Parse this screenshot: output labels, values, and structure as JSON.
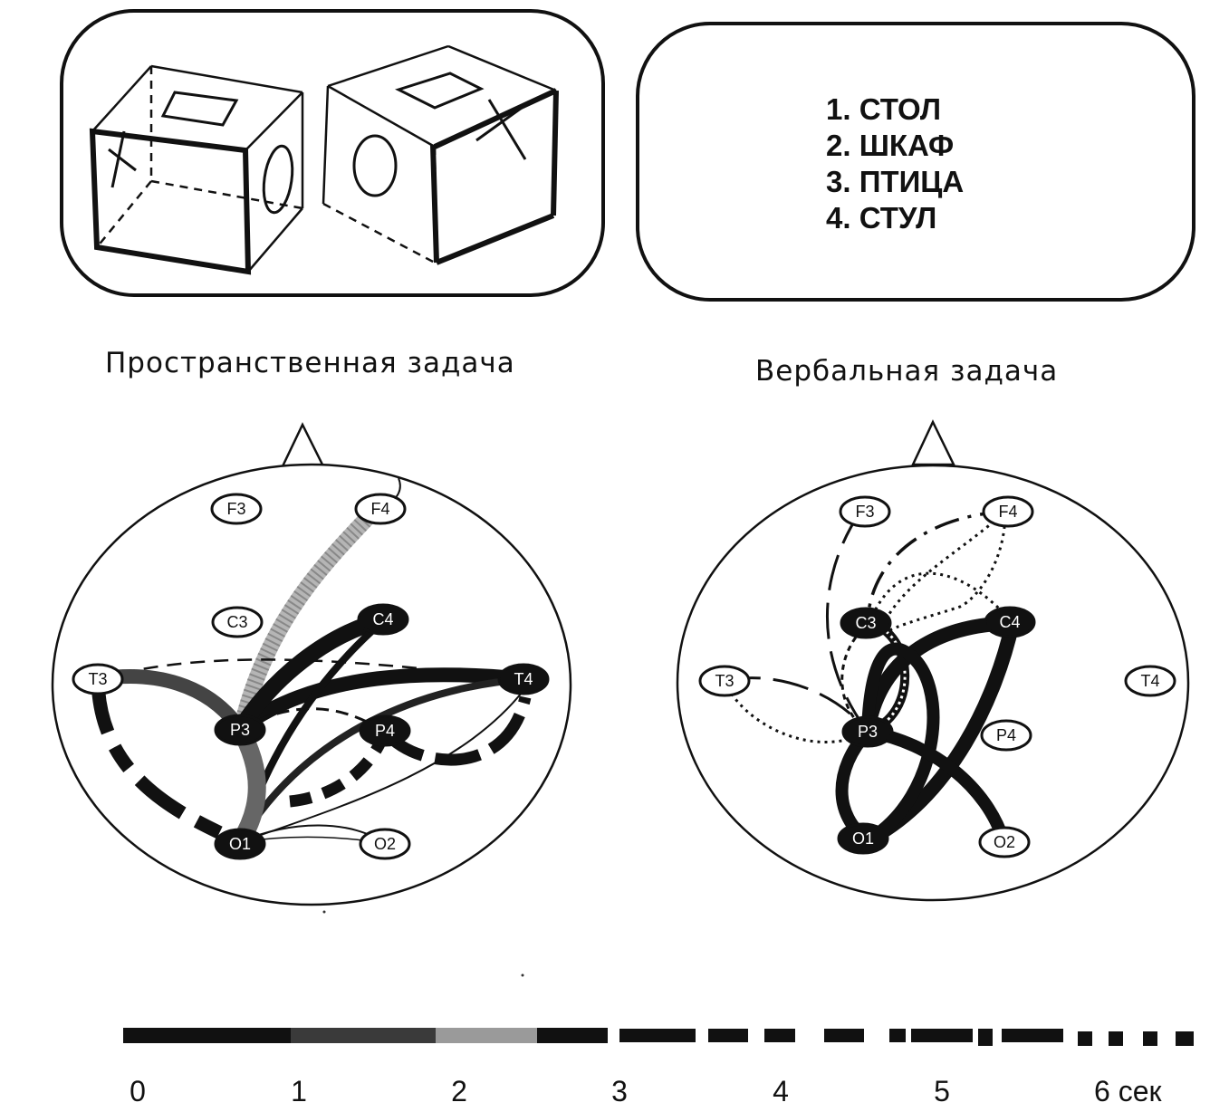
{
  "verbal_words": [
    "1. СТОЛ",
    "2. ШКАФ",
    "3. ПТИЦА",
    "4. СТУЛ"
  ],
  "captions": {
    "spatial": "Пространственная задача",
    "verbal": "Вербальная задача"
  },
  "electrodes": {
    "F3": "F3",
    "F4": "F4",
    "C3": "C3",
    "C4": "C4",
    "T3": "T3",
    "T4": "T4",
    "P3": "P3",
    "P4": "P4",
    "O1": "O1",
    "O2": "O2"
  },
  "time_scale": {
    "ticks": [
      "0",
      "1",
      "2",
      "3",
      "4",
      "5",
      "6 сек"
    ]
  },
  "colors": {
    "ink": "#111111",
    "gray": "#8c8c8c",
    "light_gray": "#b8b8b8"
  }
}
